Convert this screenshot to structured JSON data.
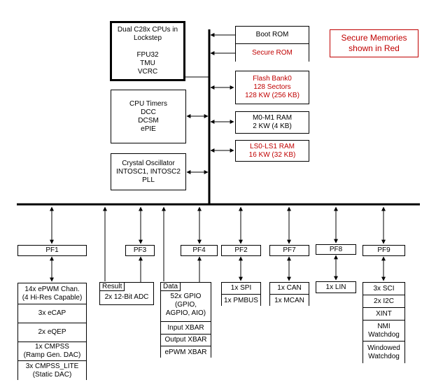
{
  "legend": {
    "line1": "Secure Memories",
    "line2": "shown in Red",
    "color": "#c00000"
  },
  "cpu": {
    "line1": "Dual C28x CPUs in",
    "line2": "Lockstep",
    "line3": "FPU32",
    "line4": "TMU",
    "line5": "VCRC"
  },
  "timers": {
    "line1": "CPU Timers",
    "line2": "DCC",
    "line3": "DCSM",
    "line4": "ePIE"
  },
  "osc": {
    "line1": "Crystal Oscillator",
    "line2": "INTOSC1, INTOSC2",
    "line3": "PLL"
  },
  "memory": {
    "boot_rom": "Boot ROM",
    "secure_rom": "Secure ROM",
    "flash": {
      "line1": "Flash Bank0",
      "line2": "128 Sectors",
      "line3": "128 KW (256 KB)"
    },
    "m0m1": {
      "line1": "M0-M1 RAM",
      "line2": "2 KW (4 KB)"
    },
    "ls0ls1": {
      "line1": "LS0-LS1 RAM",
      "line2": "16 KW (32 KB)"
    }
  },
  "frames": {
    "pf1": "PF1",
    "pf3": "PF3",
    "pf4": "PF4",
    "pf2": "PF2",
    "pf7": "PF7",
    "pf8": "PF8",
    "pf9": "PF9"
  },
  "pf1_periph": {
    "epwm": {
      "line1": "14x ePWM Chan.",
      "line2": "(4 Hi-Res Capable)"
    },
    "ecap": "3x eCAP",
    "eqep": "2x eQEP",
    "cmpss": {
      "line1": "1x CMPSS",
      "line2": "(Ramp Gen. DAC)"
    },
    "cmpss_lite": {
      "line1": "3x CMPSS_LITE",
      "line2": "(Static DAC)"
    }
  },
  "adc": {
    "tag": "Result",
    "label": "2x 12-Bit ADC"
  },
  "gpio": {
    "tag": "Data",
    "line1": "52x GPIO",
    "line2": "(GPIO,",
    "line3": "AGPIO, AIO)",
    "input_xbar": "Input XBAR",
    "output_xbar": "Output XBAR",
    "epwm_xbar": "ePWM XBAR"
  },
  "pf2_periph": {
    "spi": "1x SPI",
    "pmbus": "1x PMBUS"
  },
  "pf7_periph": {
    "can": "1x CAN",
    "mcan": "1x MCAN"
  },
  "pf8_periph": {
    "lin": "1x LIN"
  },
  "pf9_periph": {
    "sci": "3x SCI",
    "i2c": "2x I2C",
    "xint": "XINT",
    "nmi": {
      "line1": "NMI",
      "line2": "Watchdog"
    },
    "wwd": {
      "line1": "Windowed",
      "line2": "Watchdog"
    }
  }
}
